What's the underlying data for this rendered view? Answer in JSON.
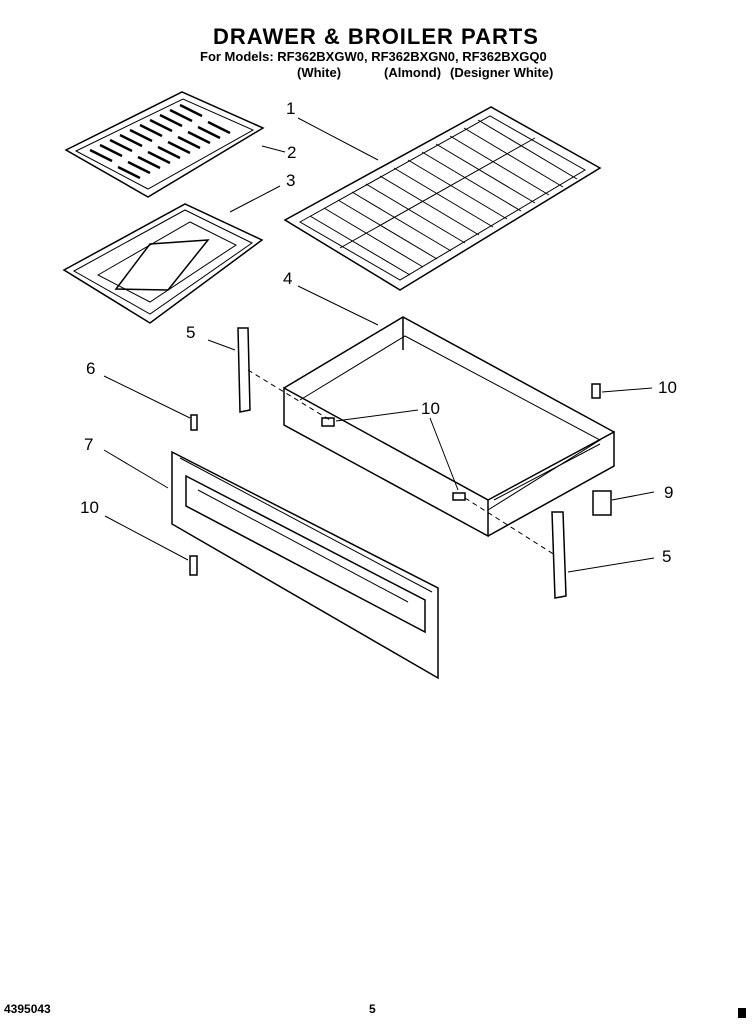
{
  "header": {
    "title": "DRAWER & BROILER PARTS",
    "models": "For Models: RF362BXGW0, RF362BXGN0, RF362BXGQ0",
    "finishes": [
      "(White)",
      "(Almond)",
      "(Designer White)"
    ]
  },
  "callouts": [
    "1",
    "2",
    "3",
    "4",
    "5",
    "6",
    "7",
    "10",
    "10",
    "10",
    "9",
    "5"
  ],
  "footer": {
    "doc_number": "4395043",
    "page_number": "5"
  }
}
